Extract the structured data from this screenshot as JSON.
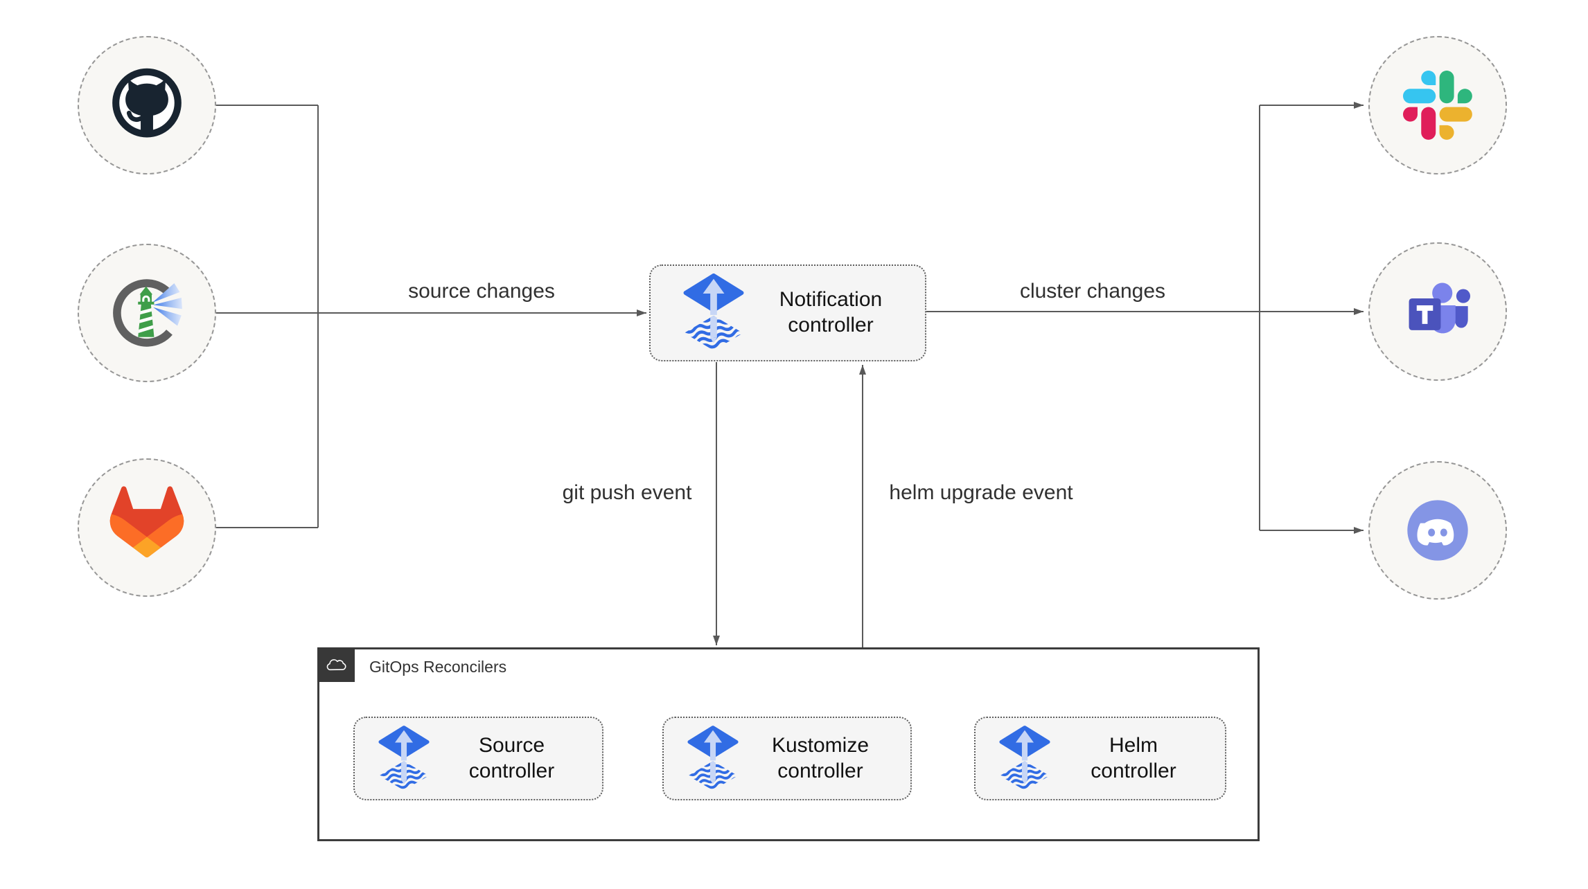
{
  "sources": [
    {
      "name": "GitHub",
      "icon": "github-icon"
    },
    {
      "name": "Harbor",
      "icon": "harbor-icon"
    },
    {
      "name": "GitLab",
      "icon": "gitlab-icon"
    }
  ],
  "targets": [
    {
      "name": "Slack",
      "icon": "slack-icon"
    },
    {
      "name": "Microsoft Teams",
      "icon": "teams-icon"
    },
    {
      "name": "Discord",
      "icon": "discord-icon"
    }
  ],
  "notification": {
    "label": "Notification controller"
  },
  "edges": {
    "source_changes": "source changes",
    "cluster_changes": "cluster changes",
    "git_push": "git push event",
    "helm_upgrade": "helm upgrade event"
  },
  "reconcilers": {
    "title": "GitOps Reconcilers",
    "controllers": [
      {
        "label": "Source controller"
      },
      {
        "label": "Kustomize controller"
      },
      {
        "label": "Helm controller"
      }
    ]
  },
  "colors": {
    "flux_blue": "#316ce4",
    "flux_arrow": "#c7d6f6",
    "line": "#595959",
    "box_fill": "#f5f5f5",
    "box_border": "#5e5e5e",
    "circle_fill": "#f8f7f4",
    "circle_border": "#969696",
    "container_border": "#3c3c3c",
    "badge_bg": "#383838",
    "label_text": "#303030",
    "box_text": "#121212",
    "github_dark": "#182430",
    "harbor_ring": "#606060",
    "harbor_green": "#3f9e49",
    "gitlab_red": "#e24329",
    "gitlab_orange": "#fc6d26",
    "gitlab_amber": "#fca326",
    "slack_blue": "#36C5F0",
    "slack_green": "#2EB67D",
    "slack_yellow": "#ECB22E",
    "slack_red": "#E01E5A",
    "teams_purple": "#4b53bc",
    "teams_light": "#7b83eb",
    "teams_mid": "#5059c9",
    "discord_blurple": "#8495e5"
  }
}
